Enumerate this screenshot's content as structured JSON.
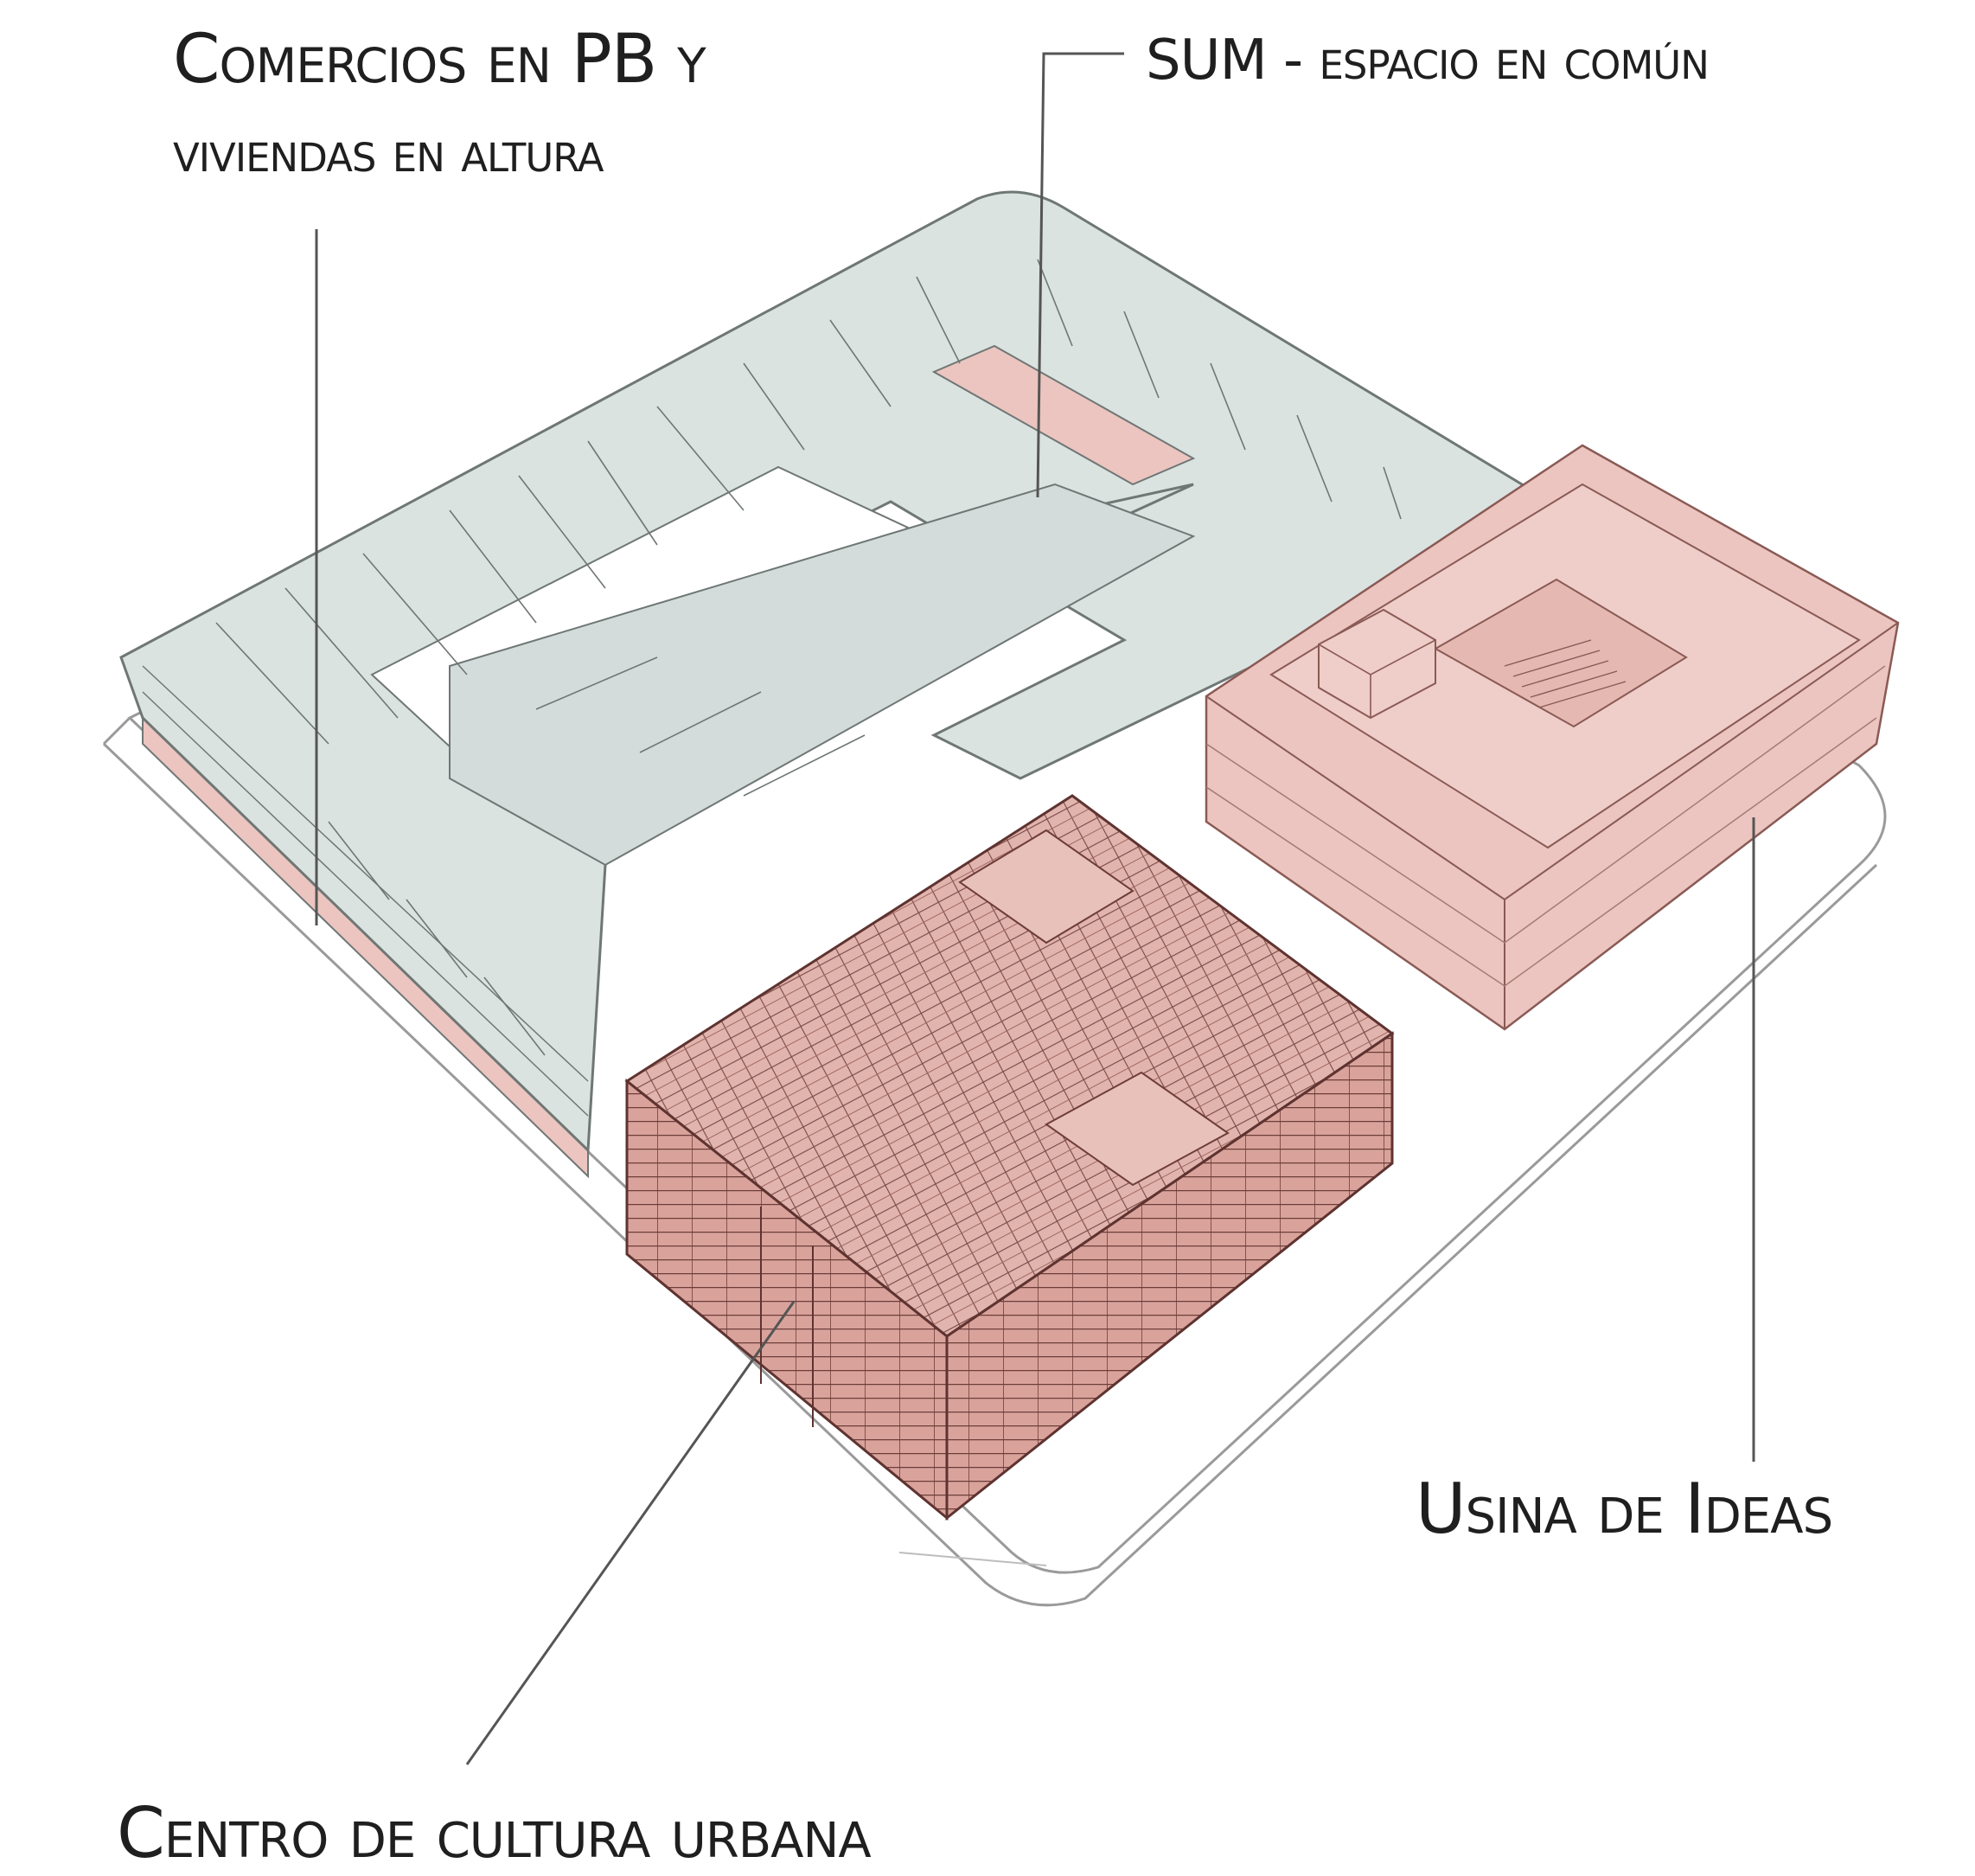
{
  "labels": {
    "comercios_line1": "Comercios en PB y",
    "comercios_line2": "viviendas en altura",
    "sum": "SUM - espacio en común",
    "usina": "Usina de Ideas",
    "centro": "Centro de cultura urbana"
  },
  "colors": {
    "residential_fill": "#dbe3e1",
    "residential_stroke": "#6f7775",
    "pink_fill": "#ecc5c0",
    "pink_dark": "#d9a8a2",
    "grid_stroke": "#7a4a46",
    "leader_line": "#555555",
    "plinth_stroke": "#9a9a9a"
  }
}
